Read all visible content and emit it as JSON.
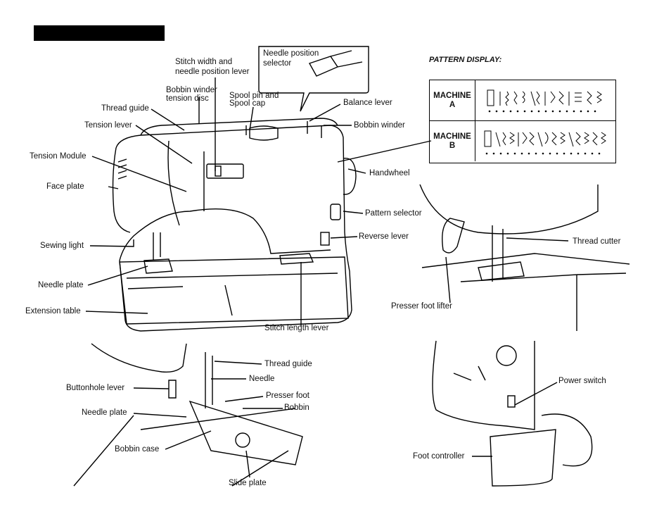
{
  "header": {
    "title_bar_text": ""
  },
  "labels": {
    "stitch_width": "Stitch width and",
    "needle_position_lever": "needle position lever",
    "needle_position_selector_1": "Needle position",
    "needle_position_selector_2": "selector",
    "bobbin_winder_tension_1": "Bobbin winder",
    "bobbin_winder_tension_2": "tension disc",
    "spool_pin_1": "Spool pin and",
    "spool_pin_2": "Spool cap",
    "thread_guide_top": "Thread guide",
    "tension_lever": "Tension lever",
    "tension_module": "Tension Module",
    "face_plate": "Face plate",
    "sewing_light": "Sewing light",
    "needle_plate_top": "Needle plate",
    "extension_table": "Extension table",
    "stitch_length_lever": "Stitch length lever",
    "balance_lever": "Balance lever",
    "bobbin_winder": "Bobbin winder",
    "handwheel": "Handwheel",
    "pattern_selector": "Pattern selector",
    "reverse_lever": "Reverse lever",
    "thread_cutter": "Thread cutter",
    "presser_foot_lifter": "Presser foot lifter",
    "thread_guide_bottom": "Thread guide",
    "needle": "Needle",
    "presser_foot": "Presser foot",
    "bobbin": "Bobbin",
    "buttonhole_lever": "Buttonhole lever",
    "needle_plate_bottom": "Needle plate",
    "bobbin_case": "Bobbin case",
    "slide_plate": "Slide plate",
    "power_switch": "Power switch",
    "foot_controller": "Foot controller"
  },
  "pattern_display": {
    "title": "PATTERN DISPLAY:",
    "machine_a_1": "MACHINE",
    "machine_a_2": "A",
    "machine_b_1": "MACHINE",
    "machine_b_2": "B"
  }
}
